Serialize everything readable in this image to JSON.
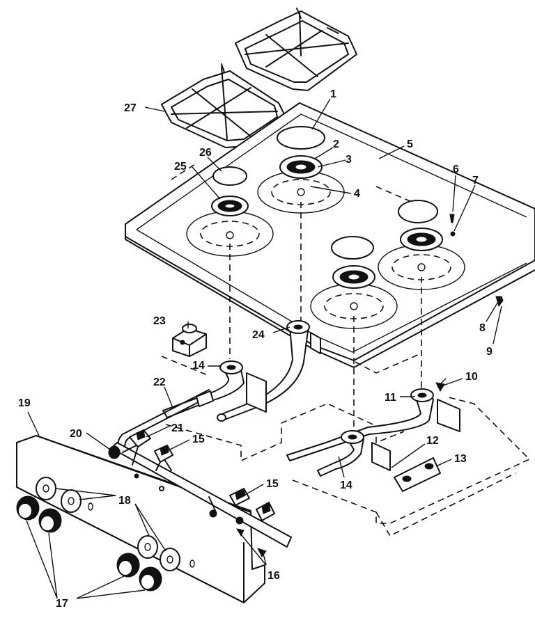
{
  "callouts": [
    {
      "id": "1",
      "text": "1"
    },
    {
      "id": "2",
      "text": "2"
    },
    {
      "id": "3",
      "text": "3"
    },
    {
      "id": "4",
      "text": "4"
    },
    {
      "id": "5",
      "text": "5"
    },
    {
      "id": "6",
      "text": "6"
    },
    {
      "id": "7",
      "text": "7"
    },
    {
      "id": "8",
      "text": "8"
    },
    {
      "id": "9",
      "text": "9"
    },
    {
      "id": "10",
      "text": "10"
    },
    {
      "id": "11",
      "text": "11"
    },
    {
      "id": "12",
      "text": "12"
    },
    {
      "id": "13",
      "text": "13"
    },
    {
      "id": "14a",
      "text": "14"
    },
    {
      "id": "14b",
      "text": "14"
    },
    {
      "id": "15a",
      "text": "15"
    },
    {
      "id": "15b",
      "text": "15"
    },
    {
      "id": "16",
      "text": "16"
    },
    {
      "id": "17",
      "text": "17"
    },
    {
      "id": "18",
      "text": "18"
    },
    {
      "id": "19",
      "text": "19"
    },
    {
      "id": "20",
      "text": "20"
    },
    {
      "id": "21",
      "text": "21"
    },
    {
      "id": "22",
      "text": "22"
    },
    {
      "id": "23",
      "text": "23"
    },
    {
      "id": "24",
      "text": "24"
    },
    {
      "id": "25",
      "text": "25"
    },
    {
      "id": "26",
      "text": "26"
    },
    {
      "id": "27",
      "text": "27"
    }
  ],
  "colors": {
    "ink": "#111111",
    "paper": "#ffffff"
  }
}
